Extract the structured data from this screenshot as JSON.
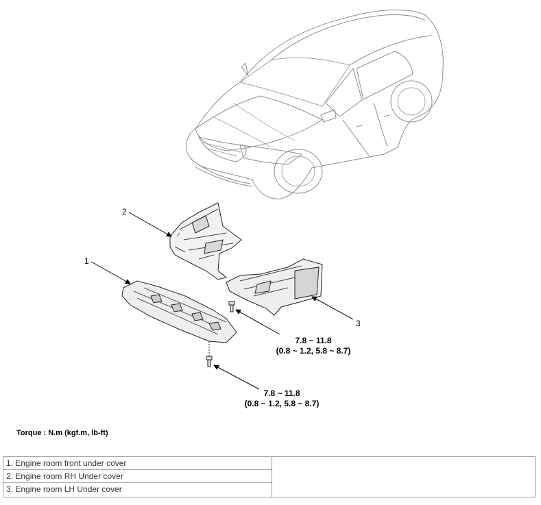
{
  "callouts": [
    "1",
    "2",
    "3"
  ],
  "torque_specs": [
    {
      "line1": "7.8 ~ 11.8",
      "line2": "(0.8 ~ 1.2, 5.8 ~ 8.7)"
    },
    {
      "line1": "7.8 ~ 11.8",
      "line2": "(0.8 ~ 1.2, 5.8 ~ 8.7)"
    }
  ],
  "torque_note": "Torque : N.m (kgf.m, lb-ft)",
  "legend": [
    "1. Engine room front under cover",
    "2. Engine room RH Under cover",
    "3. Engine room LH Under cover"
  ]
}
